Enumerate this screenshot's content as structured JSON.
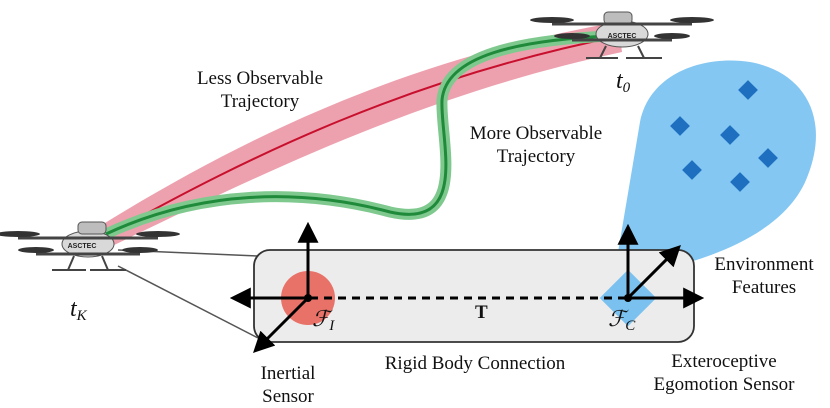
{
  "labels": {
    "less_observable": [
      "Less Observable",
      "Trajectory"
    ],
    "more_observable": [
      "More Observable",
      "Trajectory"
    ],
    "environment_features": [
      "Environment",
      "Features"
    ],
    "inertial_sensor": [
      "Inertial",
      "Sensor"
    ],
    "rigid_body_connection": "Rigid Body Connection",
    "exteroceptive_sensor": [
      "Exteroceptive",
      "Egomotion Sensor"
    ],
    "t0": {
      "base": "t",
      "sub": "0"
    },
    "tK": {
      "base": "t",
      "sub": "K"
    },
    "frame_I": {
      "base": "ℱ",
      "sub": "I"
    },
    "frame_C": {
      "base": "ℱ",
      "sub": "C"
    },
    "transform": "T",
    "drone_brand": "ASCTEC"
  },
  "colors": {
    "less_observable_band": "#e88a9a",
    "less_observable_line": "#c8102e",
    "more_observable_band": "#7fc98f",
    "more_observable_line": "#1e8a3a",
    "camera_fov": "#6fbdf0",
    "feature_marker": "#1f6fc0",
    "imu_marker": "#e8655a",
    "rigid_body_fill": "#ececec"
  },
  "features_count": 6
}
